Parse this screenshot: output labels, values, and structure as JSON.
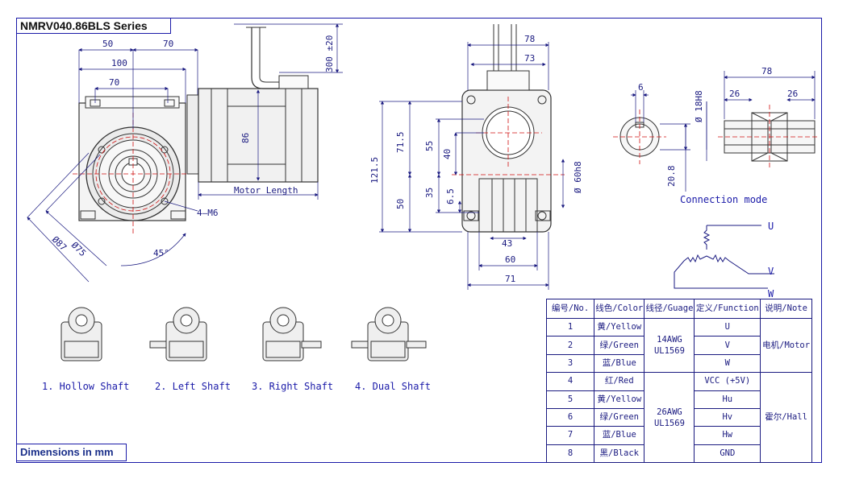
{
  "title": "NMRV040.86BLS Series",
  "units_note": "Dimensions in mm",
  "front_view": {
    "dim_50": "50",
    "dim_70_top": "70",
    "dim_100": "100",
    "dim_70": "70",
    "dim_75": "Ø75",
    "dim_87": "Ø87",
    "dim_45": "45°",
    "bolt_label": "4—M6"
  },
  "motor": {
    "dim_86": "86",
    "dim_300": "300 ±20",
    "length_label": "Motor Length"
  },
  "side_view": {
    "dim_78": "78",
    "dim_73": "73",
    "dim_121_5": "121.5",
    "dim_71_5": "71.5",
    "dim_55": "55",
    "dim_40": "40",
    "dim_50": "50",
    "dim_35": "35",
    "dim_6_5": "6.5",
    "dim_43": "43",
    "dim_60": "60",
    "dim_71": "71",
    "dim_bore": "Ø 60h8"
  },
  "shaft_detail": {
    "dim_6": "6",
    "dim_20_8": "20.8",
    "dim_18": "Ø 18H8",
    "dim_78": "78",
    "dim_26_left": "26",
    "dim_26_right": "26"
  },
  "connection": {
    "label": "Connection mode",
    "phase_u": "U",
    "phase_v": "V",
    "phase_w": "W"
  },
  "shaft_options": [
    {
      "label": "1. Hollow Shaft"
    },
    {
      "label": "2. Left Shaft"
    },
    {
      "label": "3. Right Shaft"
    },
    {
      "label": "4. Dual Shaft"
    }
  ],
  "wire_table": {
    "headers": [
      "编号/No.",
      "线色/Color",
      "线径/Guage",
      "定义/Function",
      "说明/Note"
    ],
    "rows": [
      {
        "no": "1",
        "color": "黄/Yellow",
        "function": "U"
      },
      {
        "no": "2",
        "color": "绿/Green",
        "function": "V"
      },
      {
        "no": "3",
        "color": "蓝/Blue",
        "function": "W"
      },
      {
        "no": "4",
        "color": "红/Red",
        "function": "VCC (+5V)"
      },
      {
        "no": "5",
        "color": "黄/Yellow",
        "function": "Hu"
      },
      {
        "no": "6",
        "color": "绿/Green",
        "function": "Hv"
      },
      {
        "no": "7",
        "color": "蓝/Blue",
        "function": "Hw"
      },
      {
        "no": "8",
        "color": "黑/Black",
        "function": "GND"
      }
    ],
    "gauge_motor_line1": "14AWG",
    "gauge_motor_line2": "UL1569",
    "gauge_hall_line1": "26AWG",
    "gauge_hall_line2": "UL1569",
    "note_motor": "电机/Motor",
    "note_hall": "霍尔/Hall"
  },
  "colors": {
    "line": "#1a1a80",
    "frame": "#1a1aa8",
    "center": "#d01010",
    "gray": "#555555"
  }
}
